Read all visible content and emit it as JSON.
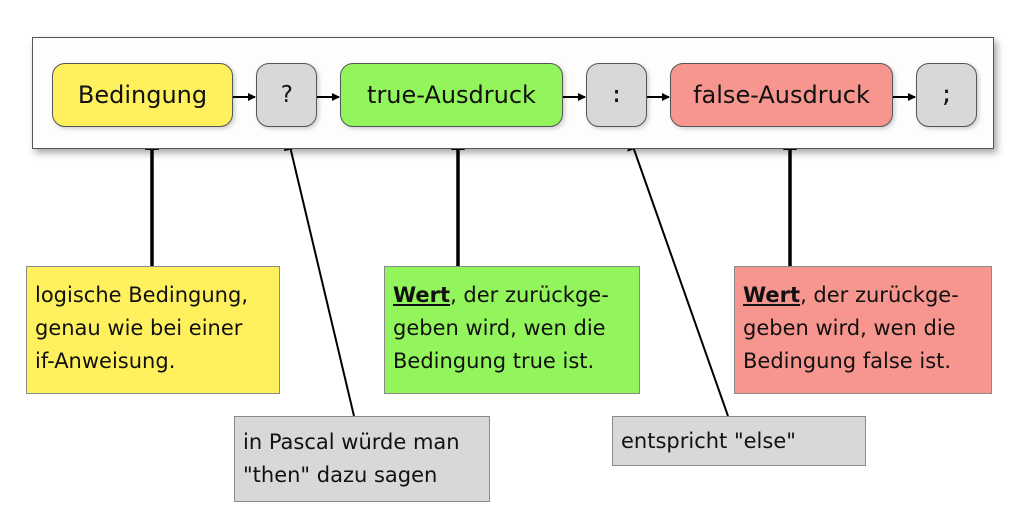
{
  "tokens": {
    "condition": "Bedingung",
    "question": "?",
    "true_expr": "true-Ausdruck",
    "colon": ":",
    "false_expr": "false-Ausdruck",
    "semicolon": ";"
  },
  "notes": {
    "condition": {
      "lines": [
        "logische Bedingung,",
        "genau wie bei einer",
        "if-Anweisung."
      ]
    },
    "question": {
      "lines": [
        "in Pascal würde man",
        "\"then\" dazu sagen"
      ]
    },
    "true_expr": {
      "keyword": "Wert",
      "first_rest": ", der zurückge-",
      "lines": [
        "geben wird, wen die",
        "Bedingung true ist."
      ]
    },
    "colon": {
      "lines": [
        "entspricht \"else\""
      ]
    },
    "false_expr": {
      "keyword": "Wert",
      "first_rest": ", der zurückge-",
      "lines": [
        "geben wird, wen die",
        "Bedingung false ist."
      ]
    }
  },
  "colors": {
    "yellow": "#fff05e",
    "gray": "#d8d8d8",
    "green": "#92f55c",
    "red": "#f7958f"
  }
}
